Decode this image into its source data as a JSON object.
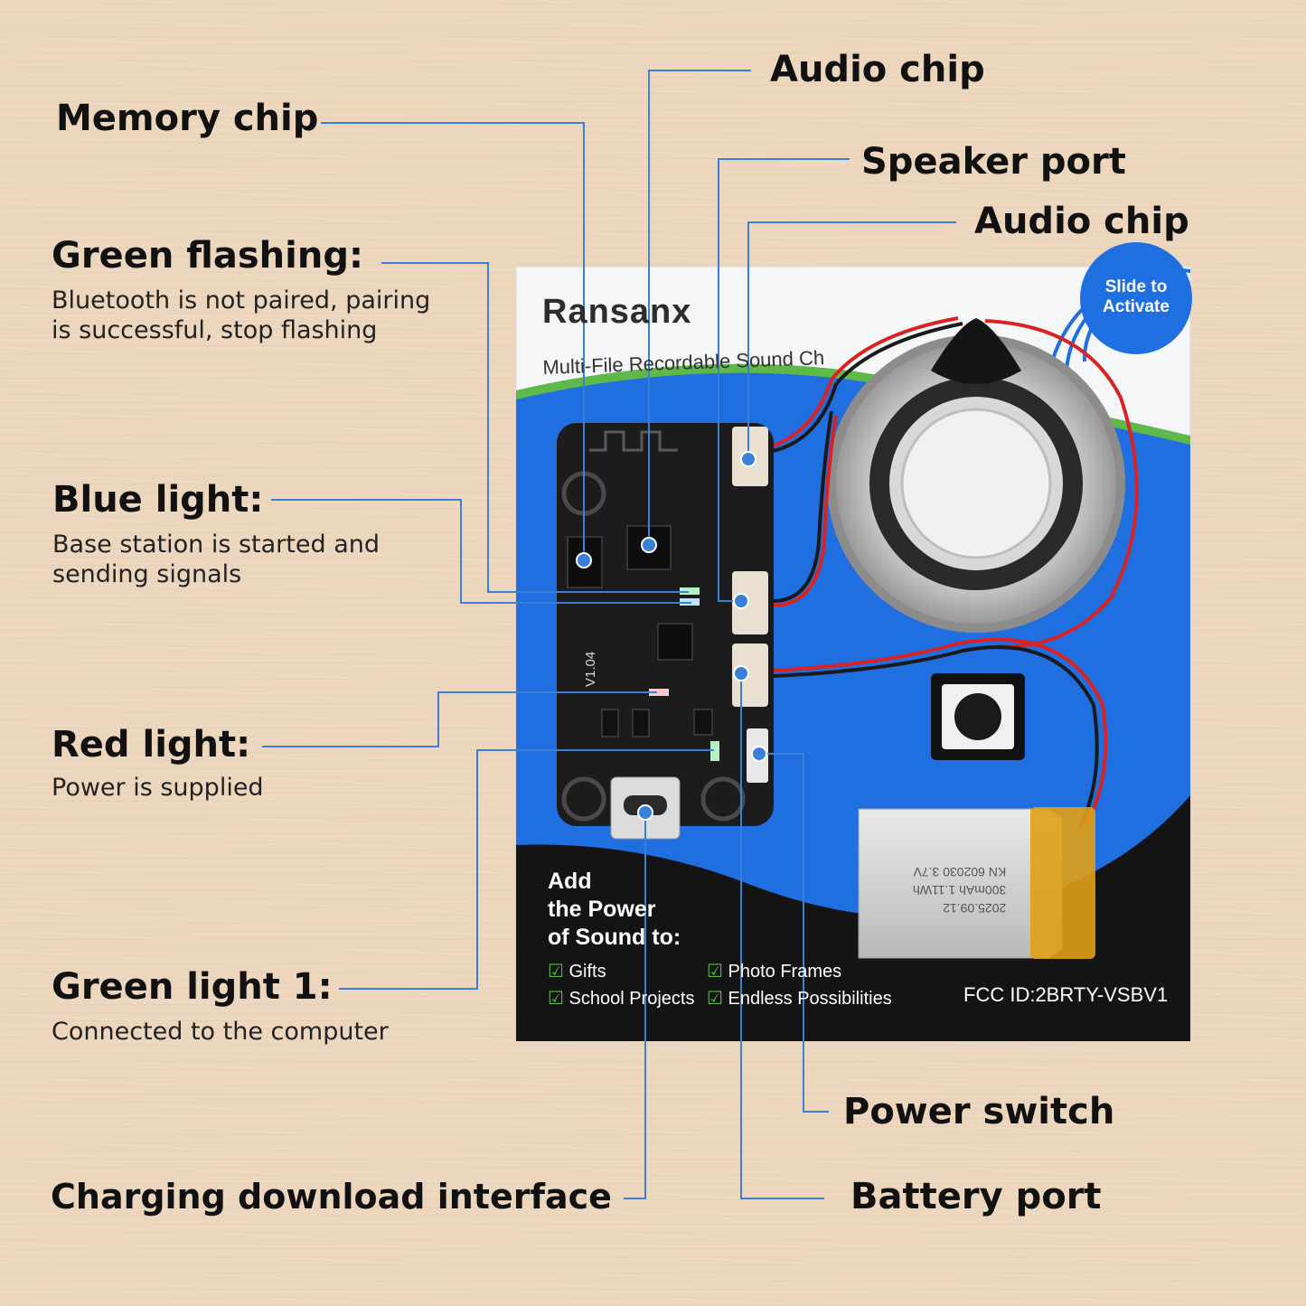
{
  "labels": {
    "audio_chip_top": "Audio chip",
    "memory_chip": "Memory chip",
    "speaker_port": "Speaker port",
    "audio_chip_right": "Audio chip",
    "green_flashing": "Green flashing:",
    "green_flashing_desc": "Bluetooth is not paired, pairing is successful, stop flashing",
    "blue_light": "Blue light:",
    "blue_light_desc": "Base station is started and sending signals",
    "red_light": "Red light:",
    "red_light_desc": "Power is supplied",
    "green_light_1": "Green light 1:",
    "green_light_1_desc": "Connected to the computer",
    "power_switch": "Power switch",
    "charging_interface": "Charging download interface",
    "battery_port": "Battery port"
  },
  "card": {
    "brand": "Ransanx",
    "subtitle": "Multi-File Recordable Sound Ch",
    "badge_line1": "Slide to",
    "badge_line2": "Activate",
    "promo_line1": "Add",
    "promo_line2": "the Power",
    "promo_line3": "of Sound to:",
    "check_items": [
      "Gifts",
      "Photo Frames",
      "School Projects",
      "Endless Possibilities"
    ],
    "fcc_id": "FCC ID:2BRTY-VSBV1",
    "board_version": "V1.04",
    "battery_text_1": "KN 602030 3.7V",
    "battery_text_2": "300mAh 1.11Wh",
    "battery_text_3": "2025.09.12"
  },
  "colors": {
    "leader_line": "#3b7fd6",
    "card_blue": "#1f6fe0",
    "card_dark": "#141414",
    "pcb": "#1c1c1c",
    "accent_green": "#5fb84a"
  }
}
